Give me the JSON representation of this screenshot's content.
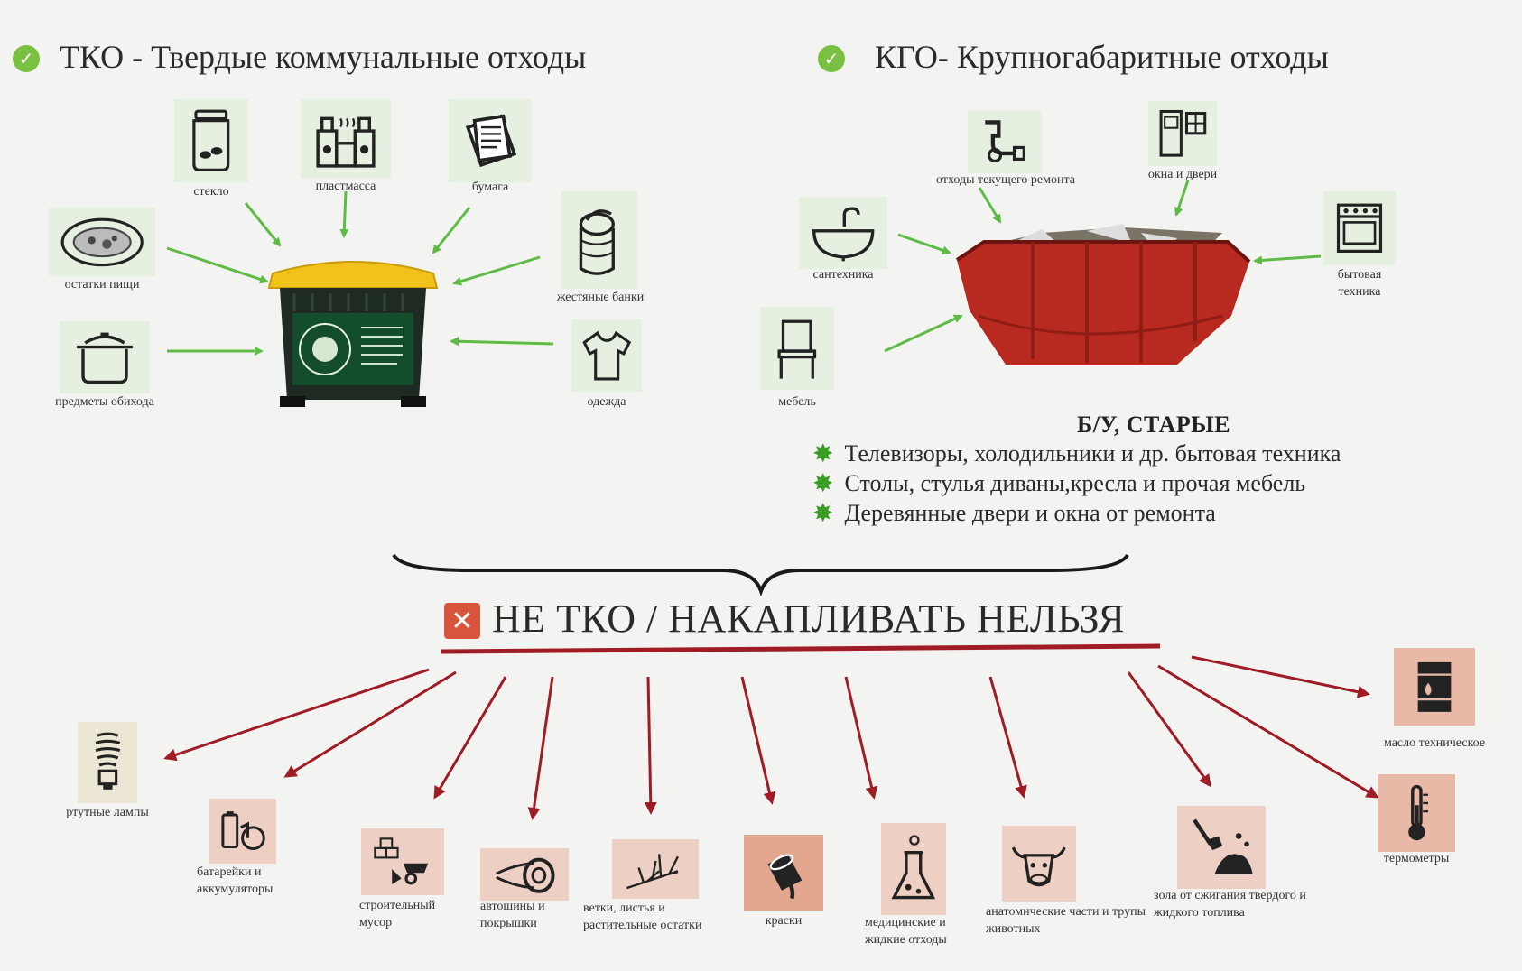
{
  "colors": {
    "green_arrow": "#5dbb46",
    "red_arrow": "#a01c25",
    "bin_body": "#1f2a22",
    "bin_lid": "#f2c21b",
    "skip": "#b8291f"
  },
  "tko": {
    "title": "ТКО - Твердые коммунальные отходы",
    "items": [
      {
        "label": "стекло",
        "icon": "jar-icon"
      },
      {
        "label": "пластмасса",
        "icon": "plastic-bottles-icon"
      },
      {
        "label": "бумага",
        "icon": "paper-icon"
      },
      {
        "label": "остатки пищи",
        "icon": "food-plate-icon"
      },
      {
        "label": "жестяные банки",
        "icon": "tin-cans-icon"
      },
      {
        "label": "предметы обихода",
        "icon": "pot-icon"
      },
      {
        "label": "одежда",
        "icon": "shirt-icon"
      }
    ]
  },
  "kgo": {
    "title": "КГО- Крупногабаритные отходы",
    "items": [
      {
        "label": "отходы текущего ремонта",
        "icon": "pipes-icon"
      },
      {
        "label": "окна и двери",
        "icon": "door-window-icon"
      },
      {
        "label": "сантехника",
        "icon": "sink-icon"
      },
      {
        "label": "бытовая техника",
        "icon": "stove-icon"
      },
      {
        "label": "мебель",
        "icon": "chair-icon"
      }
    ],
    "bu_title": "Б/У, СТАРЫЕ",
    "bullets": [
      "Телевизоры, холодильники и др. бытовая техника",
      "Столы, стулья диваны,кресла и прочая мебель",
      "Деревянные двери и окна от ремонта"
    ]
  },
  "not_tko": {
    "title": "НЕ ТКО / НАКАПЛИВАТЬ НЕЛЬЗЯ",
    "items": [
      {
        "label": "ртутные лампы",
        "icon": "lamp-icon"
      },
      {
        "label": "батарейки и аккумуляторы",
        "icon": "battery-icon"
      },
      {
        "label": "строительный мусор",
        "icon": "construction-icon"
      },
      {
        "label": "автошины и покрышки",
        "icon": "tire-icon"
      },
      {
        "label": "ветки, листья и растительные остатки",
        "icon": "branch-icon"
      },
      {
        "label": "краски",
        "icon": "paint-icon"
      },
      {
        "label": "медицинские и жидкие отходы",
        "icon": "medical-icon"
      },
      {
        "label": "анатомические части и трупы животных",
        "icon": "cow-icon"
      },
      {
        "label": "зола от сжигания твердого и жидкого топлива",
        "icon": "ash-icon"
      },
      {
        "label": "масло техническое",
        "icon": "oil-barrel-icon"
      },
      {
        "label": "термометры",
        "icon": "thermometer-icon"
      }
    ]
  }
}
